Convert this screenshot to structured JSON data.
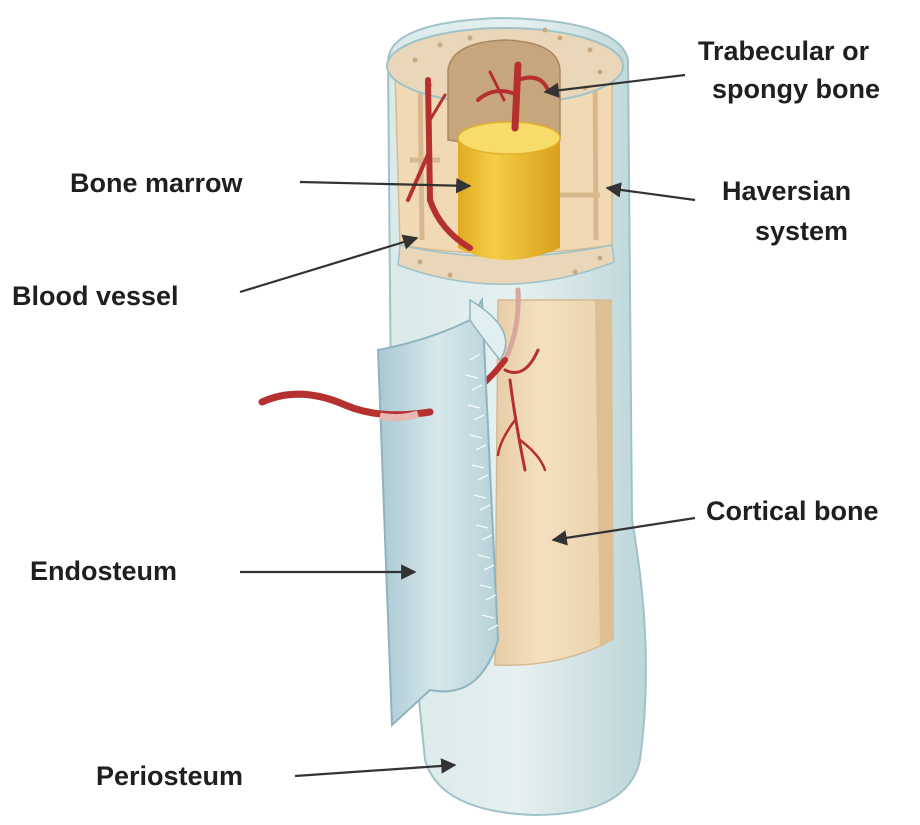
{
  "labels": {
    "trabecular_line1": "Trabecular or",
    "trabecular_line2": "spongy bone",
    "bone_marrow": "Bone marrow",
    "haversian_line1": "Haversian",
    "haversian_line2": "system",
    "blood_vessel": "Blood vessel",
    "cortical_bone": "Cortical bone",
    "endosteum": "Endosteum",
    "periosteum": "Periosteum"
  },
  "colors": {
    "periosteum": "#cfe2e3",
    "periosteum_edge": "#9fc3c9",
    "cortical": "#f2dcb8",
    "cortical_shade": "#e4c79c",
    "spongy": "#c9a982",
    "marrow": "#f0c63a",
    "marrow_top": "#f7dc6e",
    "vessel": "#b5302f",
    "endosteum": "#c6dde4",
    "arrow": "#333333"
  }
}
